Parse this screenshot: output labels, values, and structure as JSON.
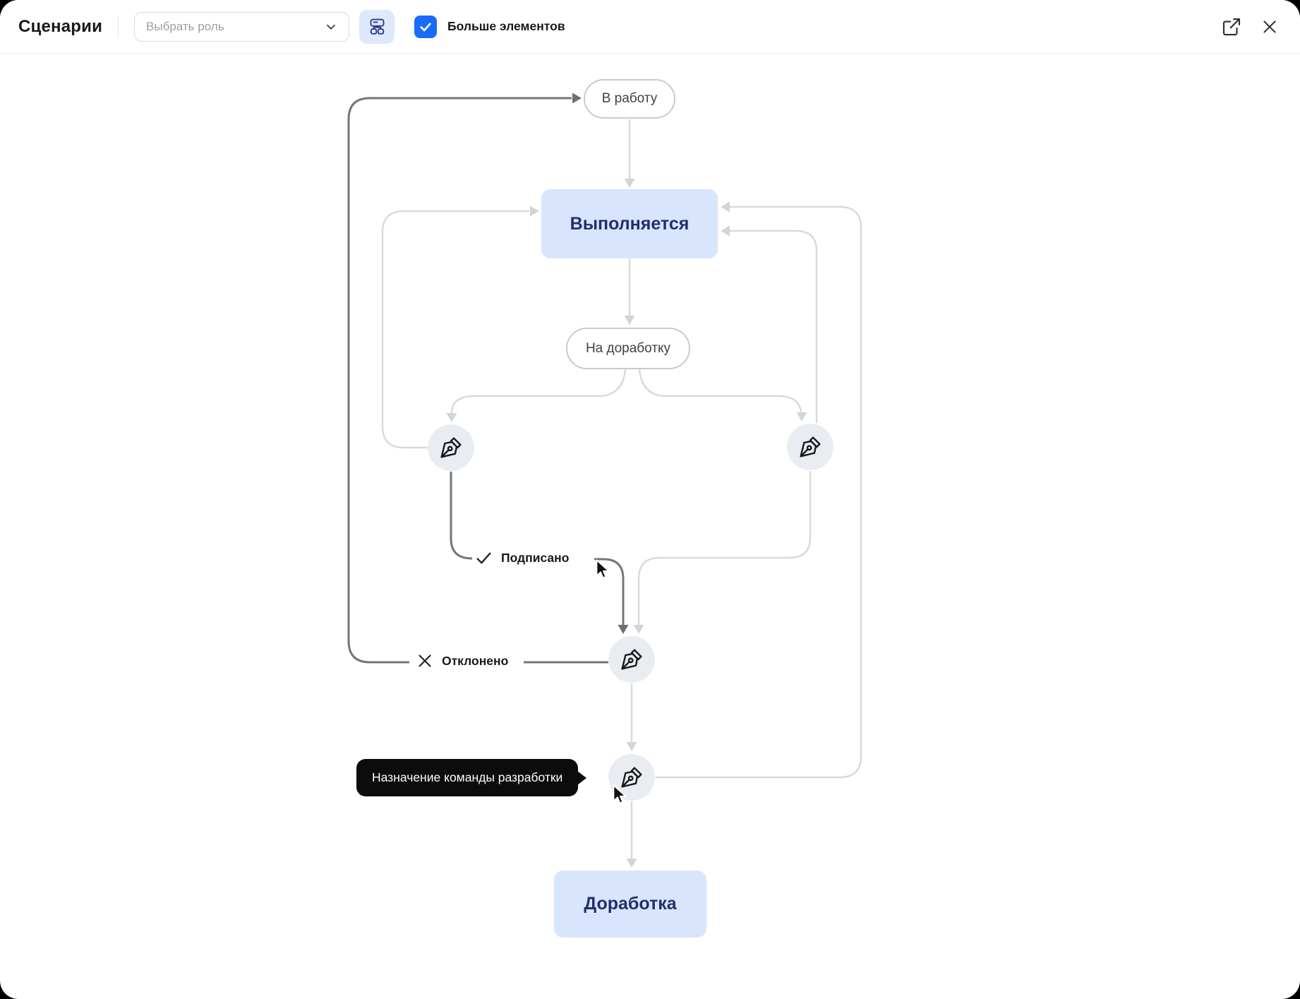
{
  "header": {
    "title": "Сценарии",
    "role_dropdown": {
      "placeholder": "Выбрать роль",
      "icon": "chevron-down-icon"
    },
    "layout_button": {
      "icon": "flowchart-icon"
    },
    "more_elements": {
      "label": "Больше элементов",
      "checked": true,
      "icon": "check-icon"
    },
    "actions": [
      {
        "name": "open-external",
        "icon": "external-link-icon"
      },
      {
        "name": "close",
        "icon": "close-icon"
      }
    ]
  },
  "diagram": {
    "nodes": {
      "v_rabotu": {
        "label": "В работу",
        "type": "transition-pill"
      },
      "vypolnyaetsya": {
        "label": "Выполняется",
        "type": "state"
      },
      "na_dorabotku": {
        "label": "На доработку",
        "type": "transition-pill"
      },
      "dorabotka": {
        "label": "Доработка",
        "type": "state"
      }
    },
    "action_nodes": [
      {
        "icon": "pen-icon",
        "position": "left"
      },
      {
        "icon": "pen-icon",
        "position": "right"
      },
      {
        "icon": "pen-icon",
        "position": "middle"
      },
      {
        "icon": "pen-icon",
        "position": "bottom"
      }
    ],
    "edge_labels": {
      "podpisano": {
        "label": "Подписано",
        "icon": "check-icon"
      },
      "otkloneno": {
        "label": "Отклонено",
        "icon": "x-icon"
      }
    },
    "edges": [
      {
        "from": "В работу",
        "to": "Выполняется",
        "style": "light"
      },
      {
        "from": "Выполняется",
        "to": "На доработку",
        "style": "light"
      },
      {
        "from": "На доработку",
        "to": "pen-left",
        "style": "light"
      },
      {
        "from": "На доработку",
        "to": "pen-right",
        "style": "light"
      },
      {
        "from": "pen-left",
        "to": "Выполняется",
        "style": "light"
      },
      {
        "from": "pen-left",
        "to": "pen-middle",
        "label": "Подписано",
        "style": "dark"
      },
      {
        "from": "pen-right",
        "to": "Выполняется",
        "style": "light"
      },
      {
        "from": "pen-right",
        "to": "pen-middle",
        "style": "light"
      },
      {
        "from": "pen-middle",
        "to": "В работу",
        "label": "Отклонено",
        "style": "dark"
      },
      {
        "from": "pen-middle",
        "to": "pen-bottom",
        "style": "light"
      },
      {
        "from": "pen-bottom",
        "to": "Выполняется",
        "style": "light"
      },
      {
        "from": "pen-bottom",
        "to": "Доработка",
        "style": "light"
      }
    ],
    "tooltip": {
      "text": "Назначение команды разработки"
    }
  },
  "colors": {
    "accent_blue": "#1a6bf5",
    "layout_button_bg": "#dfe9fc",
    "state_fill": "#d8e5fd",
    "state_text": "#232f6a",
    "connector_light": "#d9dadc",
    "connector_dark": "#72777d",
    "action_node_fill": "#e9edf2",
    "tooltip_bg": "#0c0c0c"
  }
}
